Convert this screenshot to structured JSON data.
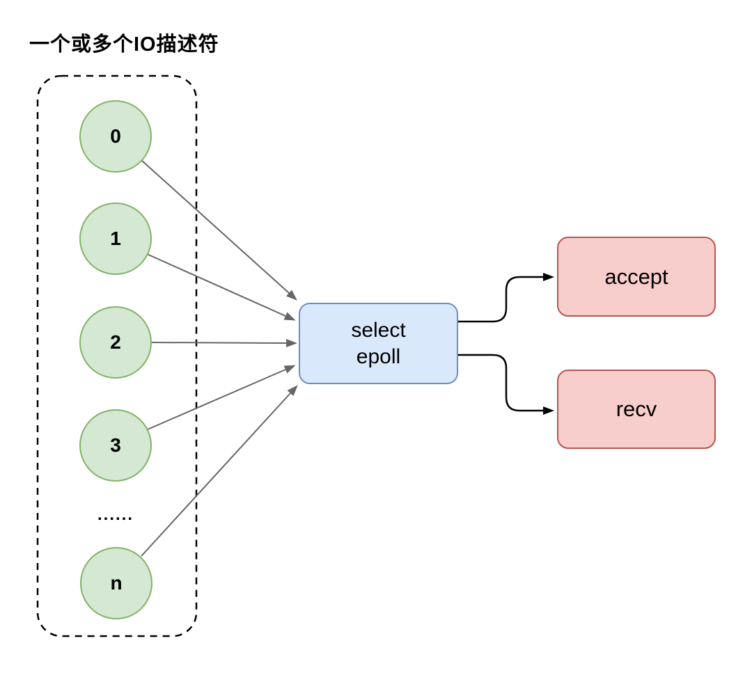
{
  "title": "一个或多个IO描述符",
  "descriptor_group": {
    "circles": [
      "0",
      "1",
      "2",
      "3",
      "n"
    ],
    "ellipsis": "......"
  },
  "multiplexer": {
    "line1": "select",
    "line2": "epoll"
  },
  "handlers": [
    {
      "label": "accept"
    },
    {
      "label": "recv"
    }
  ],
  "colors": {
    "descriptor_fill": "#d5e8d4",
    "descriptor_stroke": "#82b366",
    "multiplexer_fill": "#dae8fc",
    "multiplexer_stroke": "#6c8ebf",
    "handler_fill": "#f8cecc",
    "handler_stroke": "#b85450",
    "input_arrow": "#666666",
    "output_arrow": "#000000",
    "container_dash": "#000000"
  }
}
